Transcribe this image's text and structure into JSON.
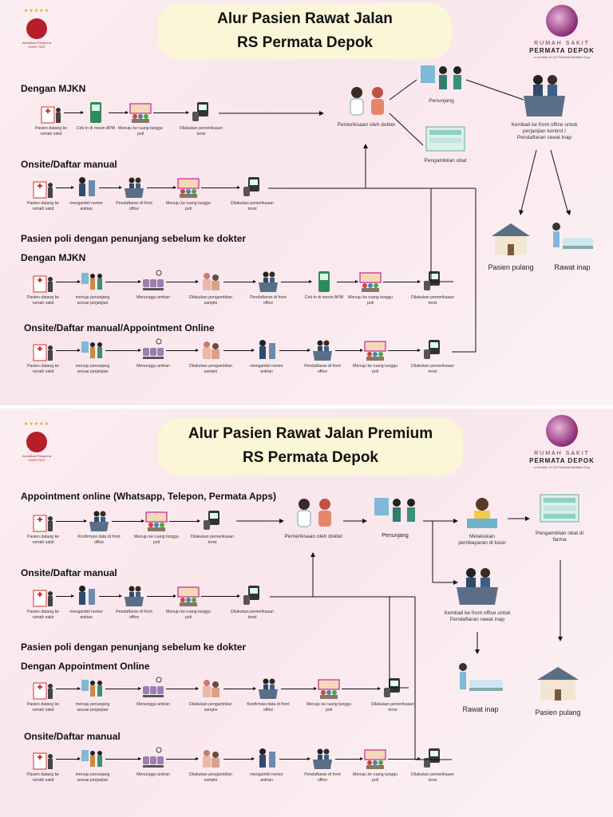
{
  "top": {
    "title_line1": "Alur Pasien Rawat Jalan",
    "title_line2": "RS Permata Depok",
    "award": "Akreditasi Paripurna KARS 2022",
    "brand_rs": "RUMAH SAKIT",
    "brand_name": "PERMATA DEPOK",
    "brand_sub": "a member of UA Permata Medilab Grup",
    "sections": {
      "mjkn": "Dengan MJKN",
      "onsite": "Onsite/Daftar manual",
      "penunjang": "Pasien poli dengan penunjang sebelum ke dokter",
      "penunjang_mjkn": "Dengan MJKN",
      "penunjang_onsite": "Onsite/Daftar manual/Appointment Online"
    },
    "row_mjkn": [
      "Pasien datang ke rumah sakit",
      "Cek-in di mesin APM",
      "Menuju ke ruang tunggu poli",
      "Dilakukan pemeriksaan tensi"
    ],
    "row_onsite": [
      "Pasien datang ke rumah sakit",
      "mengambil nomor antrian",
      "Pendaftaran di front office",
      "Menuju ke ruang tunggu poli",
      "Dilakukan pemeriksaan tensi"
    ],
    "row_pen_mjkn": [
      "Pasien datang ke rumah sakit",
      "menuju penunjang sesuai perjanjian",
      "Menunggu antrian",
      "Dilakukan pengambilan sample",
      "Pendaftaran di front office",
      "Cek-in di mesin APM",
      "Menuju ke ruang tunggu poli",
      "Dilakukan pemeriksaan tensi"
    ],
    "row_pen_onsite": [
      "Pasien datang ke rumah sakit",
      "menuju penunjang sesuai perjanjian",
      "Menunggu antrian",
      "Dilakukan pengambilan sample",
      "mengambil nomor antrian",
      "Pendaftaran di front office",
      "Menuju ke ruang tunggu poli",
      "Dilakukan pemeriksaan tensi"
    ],
    "pemeriksaan": "Pemeriksaan oleh dokter",
    "penunjang_label": "Penunjang",
    "obat": "Pengambilan obat",
    "kembali": "Kembali ke front office untuk perjanjian kontrol / Pendaftaran rawat inap",
    "pulang": "Pasien pulang",
    "rawat_inap": "Rawat inap"
  },
  "bottom": {
    "title_line1": "Alur Pasien Rawat Jalan Premium",
    "title_line2": "RS Permata Depok",
    "award": "Akreditasi Paripurna KARS 2022",
    "brand_rs": "RUMAH SAKIT",
    "brand_name": "PERMATA DEPOK",
    "brand_sub": "a member of UA Permata Medilab Grup",
    "sections": {
      "appointment": "Appointment online (Whatsapp, Telepon, Permata Apps)",
      "onsite": "Onsite/Daftar manual",
      "penunjang": "Pasien poli dengan penunjang sebelum ke dokter",
      "penunjang_app": "Dengan Appointment Online",
      "penunjang_onsite": "Onsite/Daftar manual"
    },
    "row_app": [
      "Pasien datang ke rumah sakit",
      "Konfirmasi data di front office",
      "Menuju ke ruang tunggu poli",
      "Dilakukan pemeriksaan tensi"
    ],
    "row_onsite": [
      "Pasien datang ke rumah sakit",
      "mengambil nomor antrian",
      "Pendaftaran di front office",
      "Menuju ke ruang tunggu poli",
      "Dilakukan pemeriksaan tensi"
    ],
    "row_pen_app": [
      "Pasien datang ke rumah sakit",
      "menuju penunjang sesuai perjanjian",
      "Menunggu antrian",
      "Dilakukan pengambilan sample",
      "Konfirmasi data di front office",
      "Menuju ke ruang tunggu poli",
      "Dilakukan pemeriksaan tensi"
    ],
    "row_pen_onsite": [
      "Pasien datang ke rumah sakit",
      "menuju penunjang sesuai perjanjian",
      "Menunggu antrian",
      "Dilakukan pengambilan sample",
      "mengambil nomor antrian",
      "Pendaftaran di front office",
      "Menuju ke ruang tunggu poli",
      "Dilakukan pemeriksaan tensi"
    ],
    "pemeriksaan": "Pemeriksaan oleh dokter",
    "penunjang_label": "Penunjang",
    "kasir": "Melakukan pembayaran di kasir",
    "farma": "Pengambilan obat di farma",
    "kembali": "Kembali ke front office untuk Pendaftaran rawat inap",
    "rawat_inap": "Rawat inap",
    "pulang": "Pasien pulang"
  },
  "colors": {
    "background": "#fbeef1",
    "title_box": "#fbf6d7",
    "brand": "#7a1d57",
    "award_red": "#b51f2a"
  },
  "icons": {
    "hospital": "hospital-icon",
    "kiosk": "kiosk-icon",
    "waiting": "waiting-room-icon",
    "tensi": "blood-pressure-icon",
    "queue": "queue-number-icon",
    "desk": "front-office-icon",
    "lab": "lab-staff-icon",
    "chairs": "waiting-chairs-icon",
    "sample": "sample-icon",
    "doctor": "doctor-icon",
    "pharmacy": "pharmacy-icon",
    "house": "house-icon",
    "bed": "bed-icon",
    "cashier": "cashier-icon"
  }
}
